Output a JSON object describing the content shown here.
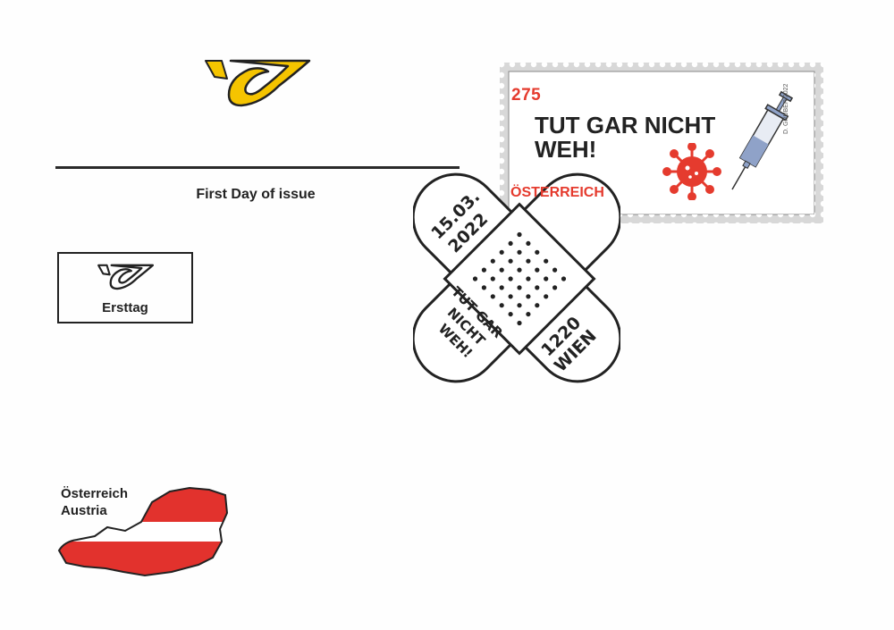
{
  "cover": {
    "first_day_label": "First Day of issue",
    "ersttag_label": "Ersttag",
    "country_de": "Österreich",
    "country_en": "Austria"
  },
  "stamp": {
    "value": "275",
    "title_line1": "TUT GAR NICHT",
    "title_line2": "WEH!",
    "country": "ÖSTERREICH",
    "designer": "D. GRUBER",
    "year": "2022"
  },
  "postmark": {
    "date": "15.03.",
    "year": "2022",
    "text_line1": "TUT GAR",
    "text_line2": "NICHT",
    "text_line3": "WEH!",
    "postcode": "1220",
    "city": "WIEN"
  },
  "colors": {
    "post_yellow": "#f5c400",
    "austria_red": "#e2322d",
    "stamp_red": "#e53b2e",
    "ink": "#222222"
  },
  "icons": {
    "post_logo": "post-horn-icon",
    "map": "austria-map-icon",
    "syringe": "syringe-icon",
    "virus": "virus-icon"
  }
}
